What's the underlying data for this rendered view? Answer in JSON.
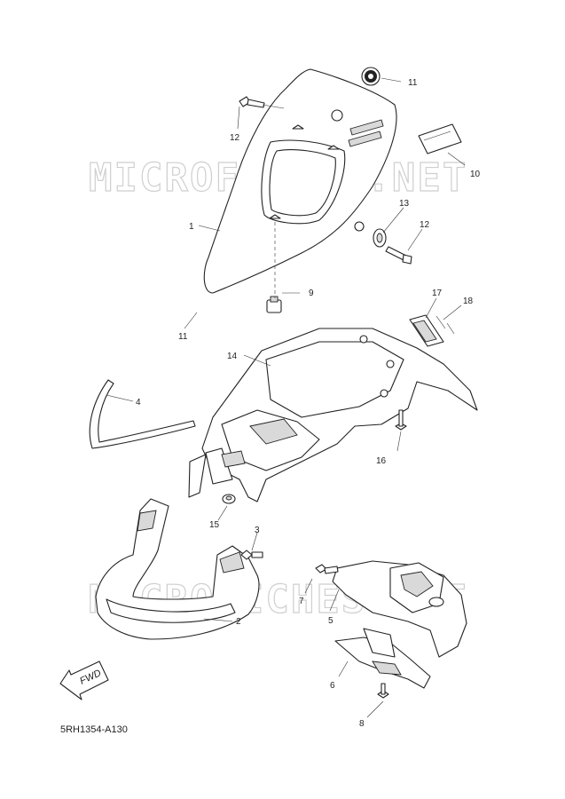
{
  "diagram": {
    "catalog_code": "5RH1354-A130",
    "watermark": "MICROFICHES.NET",
    "fwd_label": "FWD",
    "callouts": [
      {
        "id": "c11a",
        "text": "11"
      },
      {
        "id": "c12a",
        "text": "12"
      },
      {
        "id": "c10",
        "text": "10"
      },
      {
        "id": "c1",
        "text": "1"
      },
      {
        "id": "c13",
        "text": "13"
      },
      {
        "id": "c12b",
        "text": "12"
      },
      {
        "id": "c9",
        "text": "9"
      },
      {
        "id": "c11b",
        "text": "11"
      },
      {
        "id": "c17",
        "text": "17"
      },
      {
        "id": "c18",
        "text": "18"
      },
      {
        "id": "c14",
        "text": "14"
      },
      {
        "id": "c4",
        "text": "4"
      },
      {
        "id": "c16",
        "text": "16"
      },
      {
        "id": "c15",
        "text": "15"
      },
      {
        "id": "c3",
        "text": "3"
      },
      {
        "id": "c7",
        "text": "7"
      },
      {
        "id": "c5",
        "text": "5"
      },
      {
        "id": "c2",
        "text": "2"
      },
      {
        "id": "c6",
        "text": "6"
      },
      {
        "id": "c8",
        "text": "8"
      }
    ]
  }
}
